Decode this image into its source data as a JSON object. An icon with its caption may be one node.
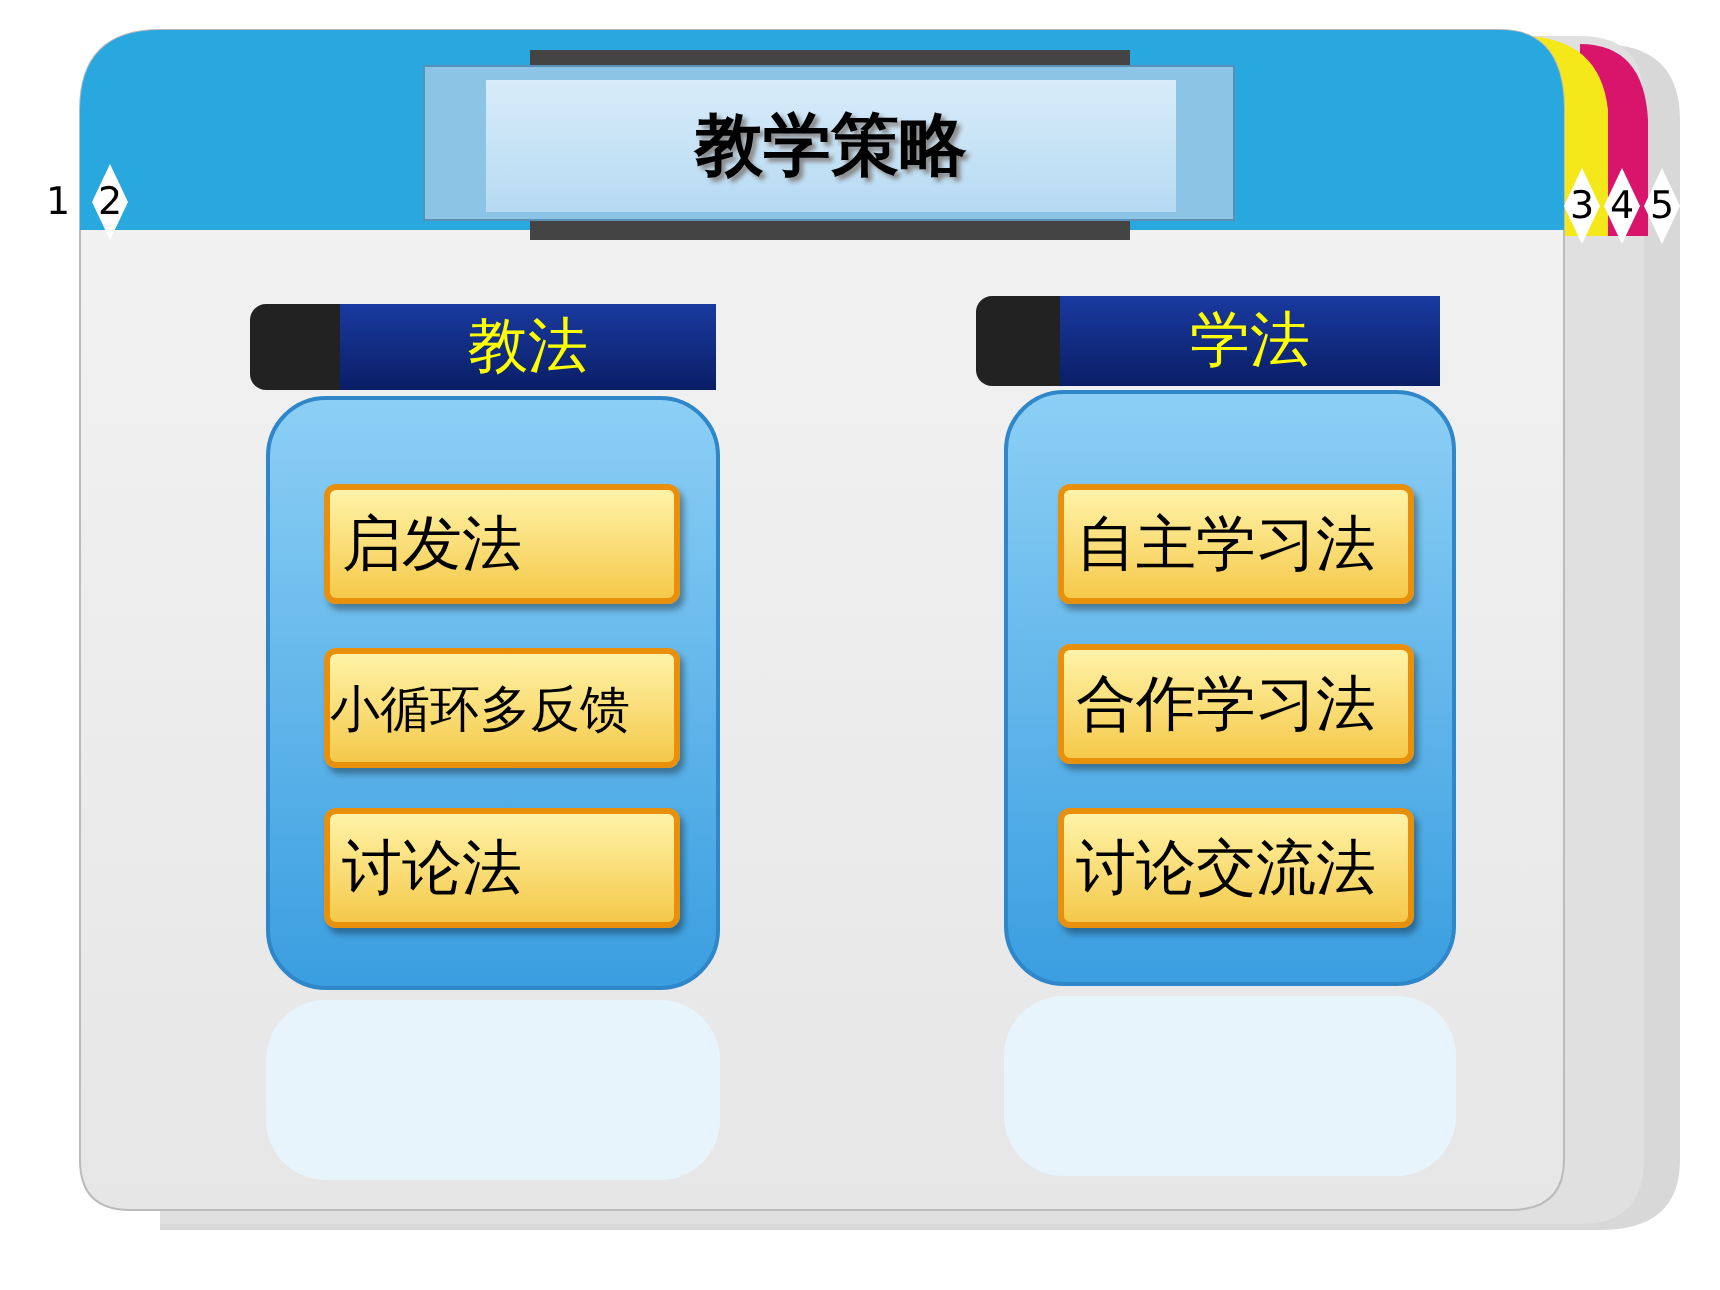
{
  "diagram": {
    "title": "教学策略",
    "nodes": [
      {
        "text": [
          "教法"
        ]
      },
      {
        "text": [],
        "shape": "box"
      },
      {
        "text": [
          "启发法"
        ],
        "in": 1
      },
      {
        "text": [
          "小循环多反馈"
        ],
        "in": 1
      },
      {
        "text": [
          "讨论法"
        ],
        "in": 1
      },
      {
        "text": [
          "学法"
        ]
      },
      {
        "text": [],
        "shape": "box"
      },
      {
        "text": [
          "自主学习法"
        ],
        "in": 6
      },
      {
        "text": [
          "合作学习法"
        ],
        "in": 6
      },
      {
        "text": [
          "讨论交流法"
        ],
        "in": 6
      },
      {
        "text": [
          "1"
        ]
      },
      {
        "text": [
          "2"
        ]
      },
      {
        "text": [
          "3"
        ]
      },
      {
        "text": [
          "4"
        ]
      },
      {
        "text": [
          "5"
        ]
      }
    ],
    "edges": []
  }
}
